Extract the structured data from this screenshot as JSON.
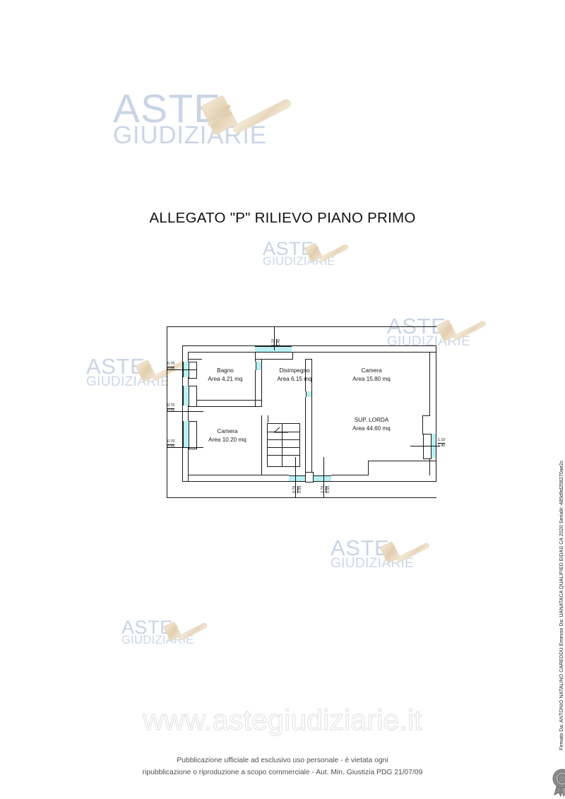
{
  "document": {
    "title": "ALLEGATO \"P\" RILIEVO PIANO PRIMO"
  },
  "watermarks": {
    "brand_line1": "ASTE",
    "brand_line2": "GIUDIZIARIE",
    "url": "www.astegiudiziarie.it"
  },
  "floorplan": {
    "rooms": [
      {
        "name": "Bagno",
        "area": "Area 4.21 mq"
      },
      {
        "name": "Disimpegno",
        "area": "Area 6.15 mq"
      },
      {
        "name": "Camera",
        "area": "Area 15.80 mq"
      },
      {
        "name": "Camera",
        "area": "Area 10.20 mq"
      },
      {
        "name": "SUP. LORDA",
        "area": "Area 44.60 mq"
      }
    ],
    "dimensions": {
      "left_top": {
        "width": "0.70",
        "height": "0.55"
      },
      "left_middle": {
        "width": "0.70",
        "height": "0.55"
      },
      "left_bottom": {
        "width": "0.70",
        "height": "0.55"
      },
      "top_center": {
        "width": "1.10",
        "height": "1.40"
      },
      "right": {
        "width": "1.10",
        "height": "1.40"
      },
      "bottom_left": {
        "width": "0.70",
        "height": "0.55"
      },
      "bottom_right": {
        "width": "0.70",
        "height": "0.55"
      }
    },
    "colors": {
      "opening_fill": "#b9f0f2",
      "wall_stroke": "#1a1a1a"
    }
  },
  "footer": {
    "line1": "Pubblicazione ufficiale ad esclusivo uso personale - è vietata ogni",
    "line2": "ripubblicazione o riproduzione a scopo commerciale - Aut. Min. Giustizia PDG 21/07/09"
  },
  "signature": {
    "text": "Firmato Da: ANTONIO NATALINO CAREDDU Emesso Da: UANATACA QUALIFIED EIDAS CA 2020 Serial#: 485d9d258270ae2c"
  }
}
